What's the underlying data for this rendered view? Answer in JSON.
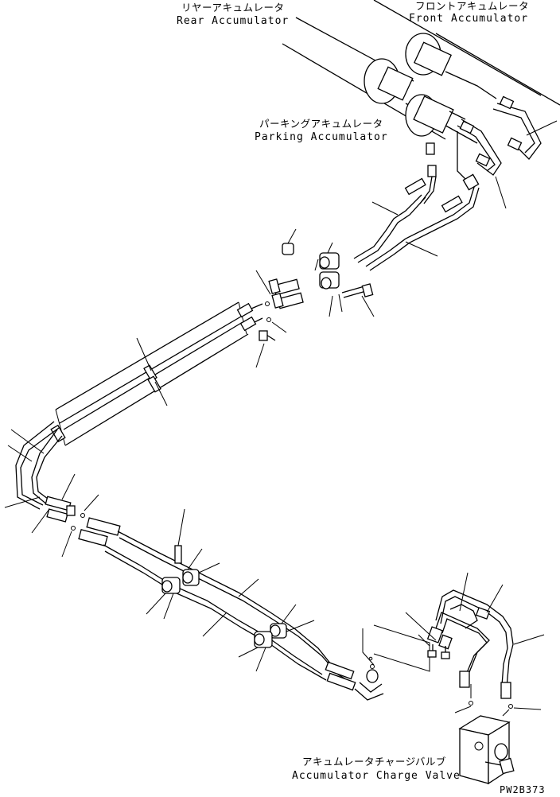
{
  "labels": {
    "rear_accumulator_jp": "リヤーアキュムレータ",
    "rear_accumulator_en": "Rear Accumulator",
    "front_accumulator_jp": "フロントアキュムレータ",
    "front_accumulator_en": "Front Accumulator",
    "parking_accumulator_jp": "パーキングアキュムレータ",
    "parking_accumulator_en": "Parking Accumulator",
    "charge_valve_jp": "アキュムレータチャージバルブ",
    "charge_valve_en": "Accumulator Charge Valve",
    "drawing_code": "PW2B373"
  },
  "components": [
    "front-accumulator-icon",
    "rear-accumulator-icon",
    "parking-accumulator-icon",
    "accumulator-charge-valve-icon",
    "hose-assembly",
    "tube-bundle",
    "clamp",
    "bolt",
    "o-ring"
  ]
}
